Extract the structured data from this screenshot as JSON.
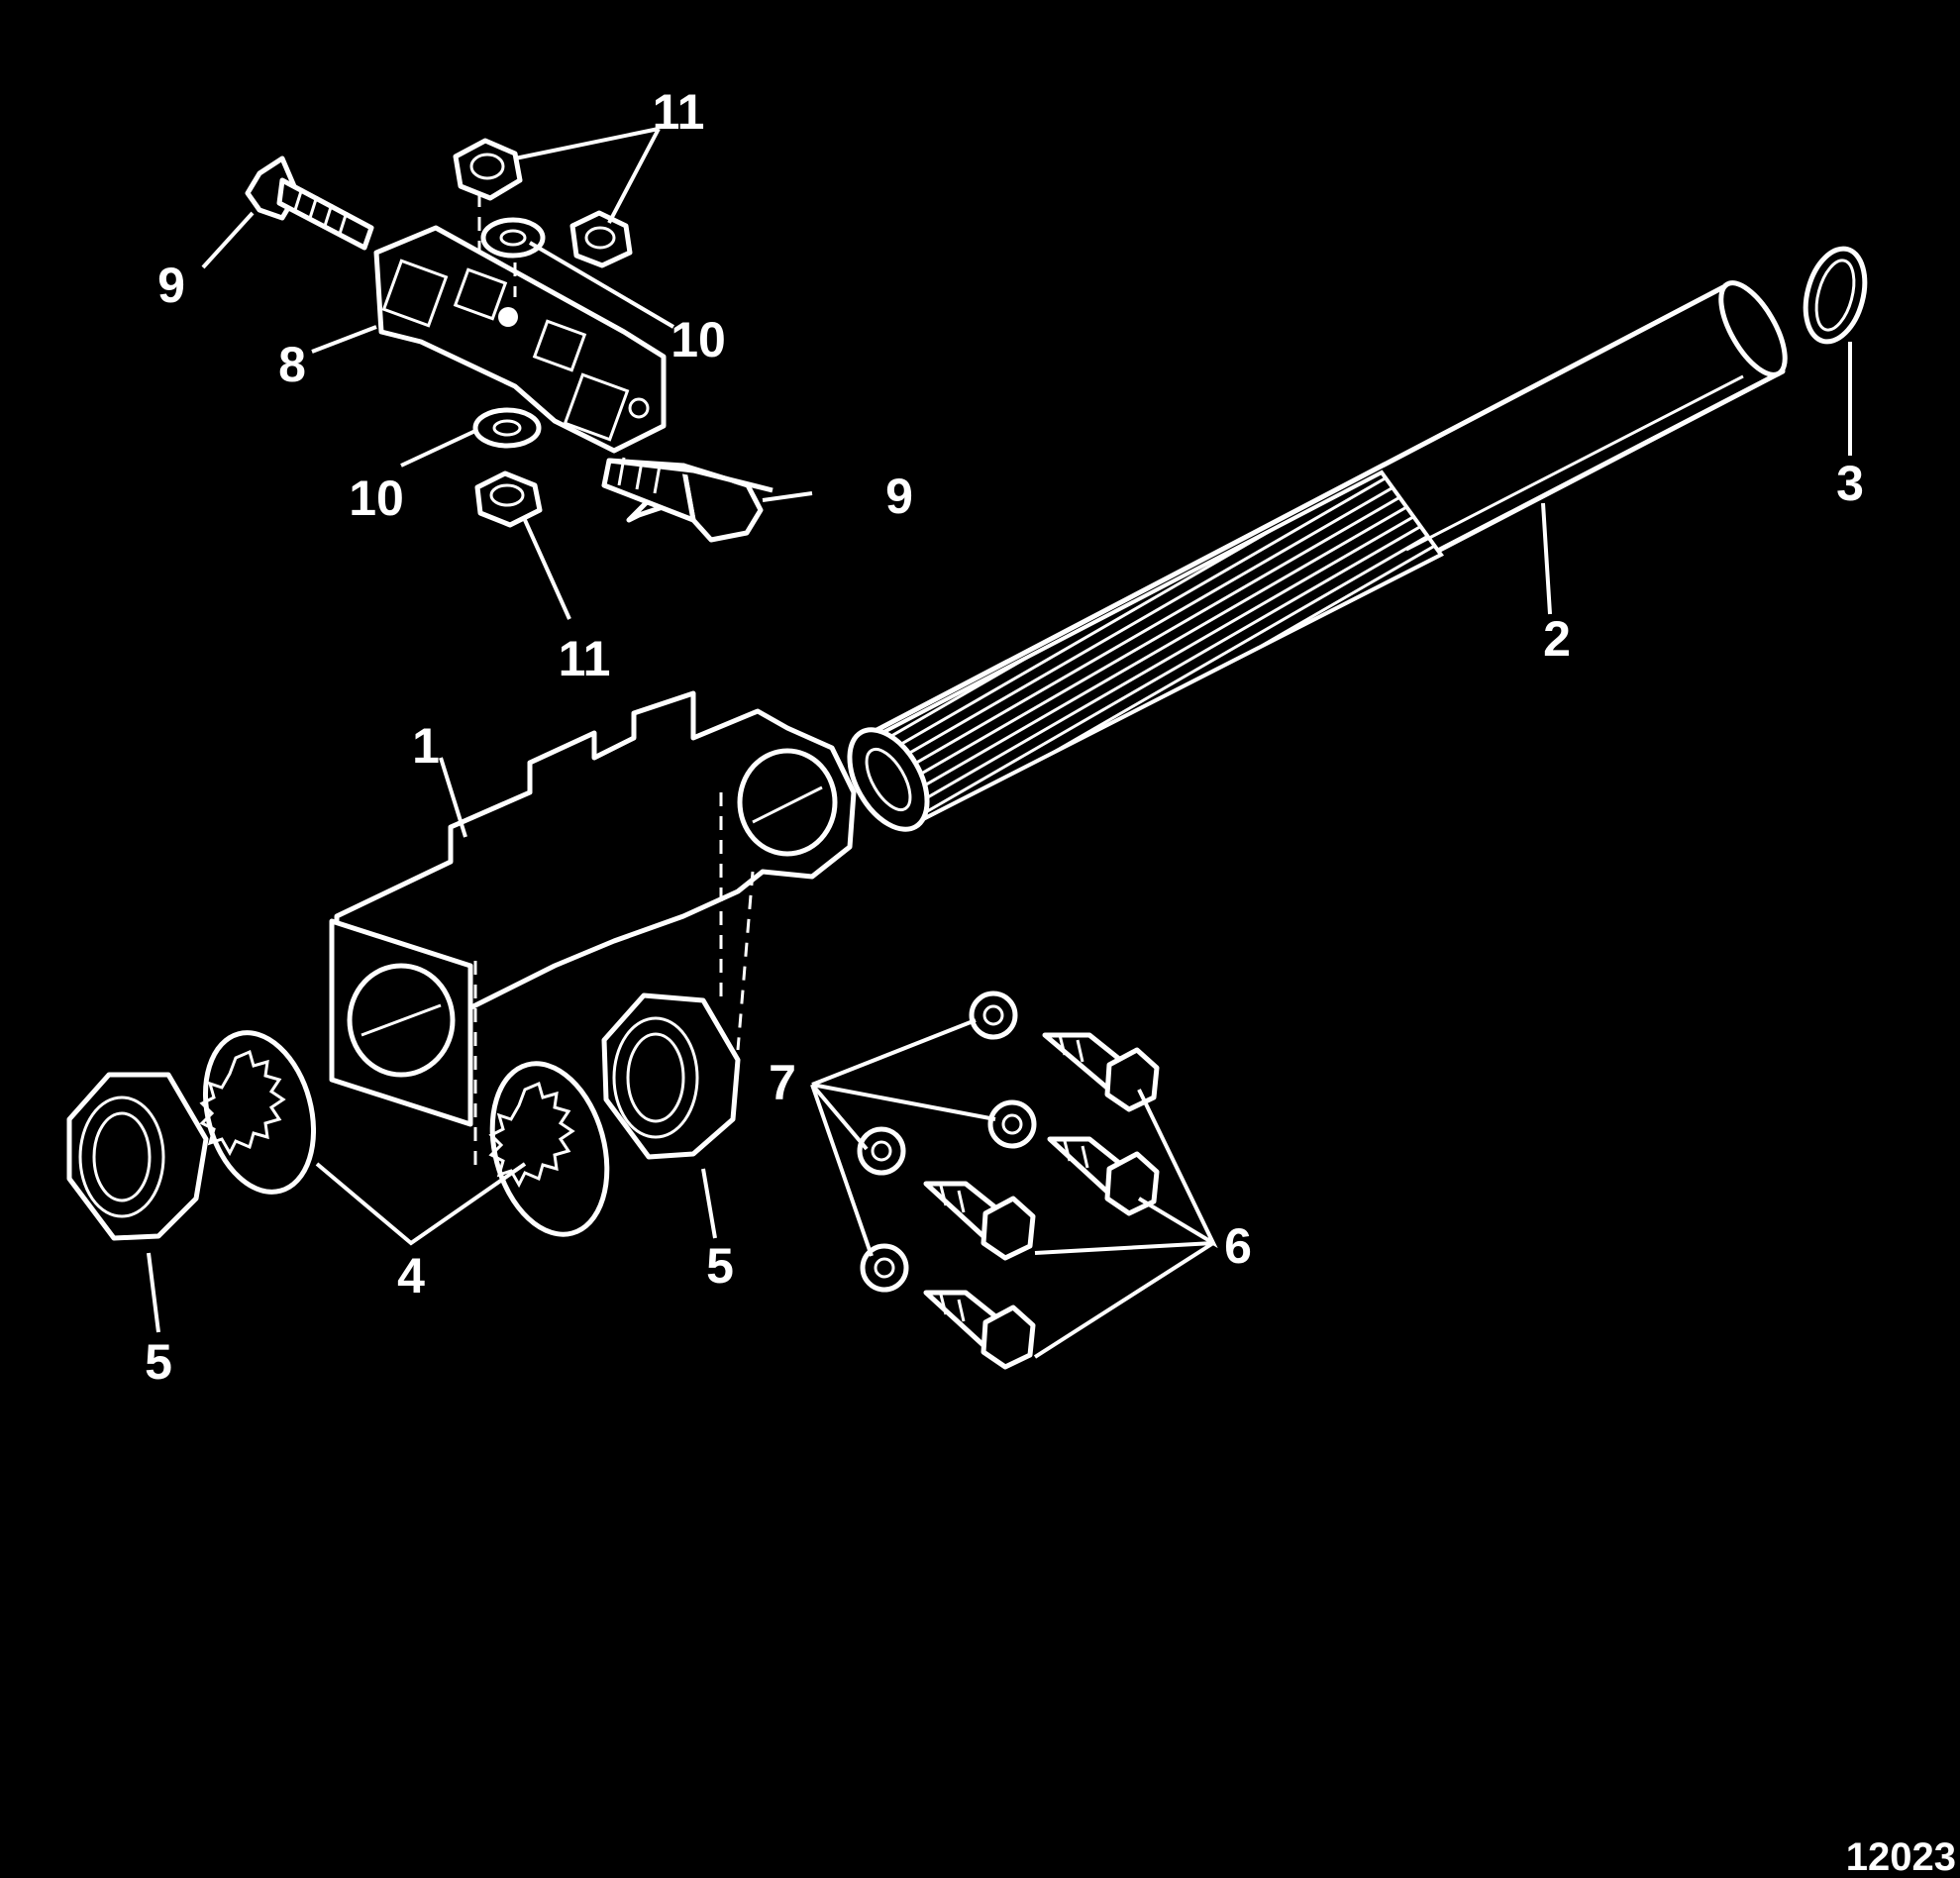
{
  "figure_number": "12023",
  "labels": {
    "l1": "1",
    "l2": "2",
    "l3": "3",
    "l4": "4",
    "l5a": "5",
    "l5b": "5",
    "l6": "6",
    "l7": "7",
    "l8": "8",
    "l9a": "9",
    "l9b": "9",
    "l10a": "10",
    "l10b": "10",
    "l11a": "11",
    "l11b": "11"
  },
  "colors": {
    "background": "#000000",
    "ink": "#ffffff"
  }
}
